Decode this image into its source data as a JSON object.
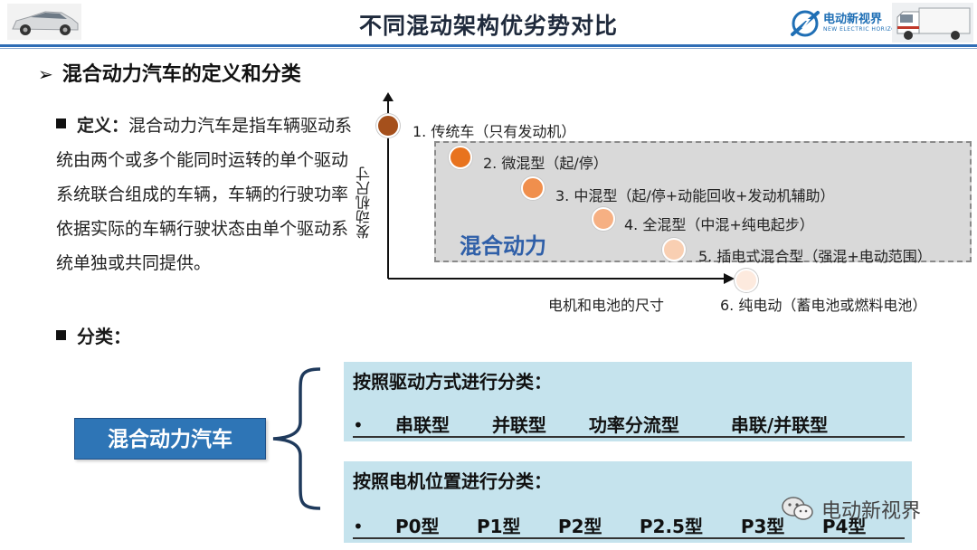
{
  "header": {
    "title": "不同混动架构优劣势对比",
    "logo_text": "电动新视界",
    "logo_subtext": "NEW ELECTRIC HORIZON"
  },
  "section": {
    "arrow": "➢",
    "heading": "混合动力汽车的定义和分类"
  },
  "definition": {
    "label": "定义：",
    "text": "混合动力汽车是指车辆驱动系统由两个或多个能同时运转的单个驱动系统联合组成的车辆，车辆的行驶功率依据实际的车辆行驶状态由单个驱动系统单独或共同提供。"
  },
  "classification_label": "分类：",
  "diagram": {
    "y_axis_label": "发动机尺寸",
    "x_axis_label": "电机和电池的尺寸",
    "hybrid_label": "混合动力",
    "items": [
      {
        "label": "1. 传统车（只有发动机）",
        "color": "#a5501c"
      },
      {
        "label": "2. 微混型（起/停）",
        "color": "#e8731e"
      },
      {
        "label": "3. 中混型（起/停+动能回收+发动机辅助）",
        "color": "#f08f4d"
      },
      {
        "label": "4. 全混型（中混+纯电起步）",
        "color": "#f6b083"
      },
      {
        "label": "5. 插电式混合型（强混+电动范围）",
        "color": "#f9cfb2"
      },
      {
        "label": "6. 纯电动（蓄电池或燃料电池）",
        "color": "#fdeade"
      }
    ]
  },
  "hev_button": "混合动力汽车",
  "panels": [
    {
      "title": "按照驱动方式进行分类：",
      "bullet": "•",
      "items": [
        "串联型",
        "并联型",
        "功率分流型",
        "串联/并联型"
      ]
    },
    {
      "title": "按照电机位置进行分类：",
      "bullet": "•",
      "items": [
        "P0型",
        "P1型",
        "P2型",
        "P2.5型",
        "P3型",
        "P4型"
      ]
    }
  ],
  "watermark": "电动新视界"
}
